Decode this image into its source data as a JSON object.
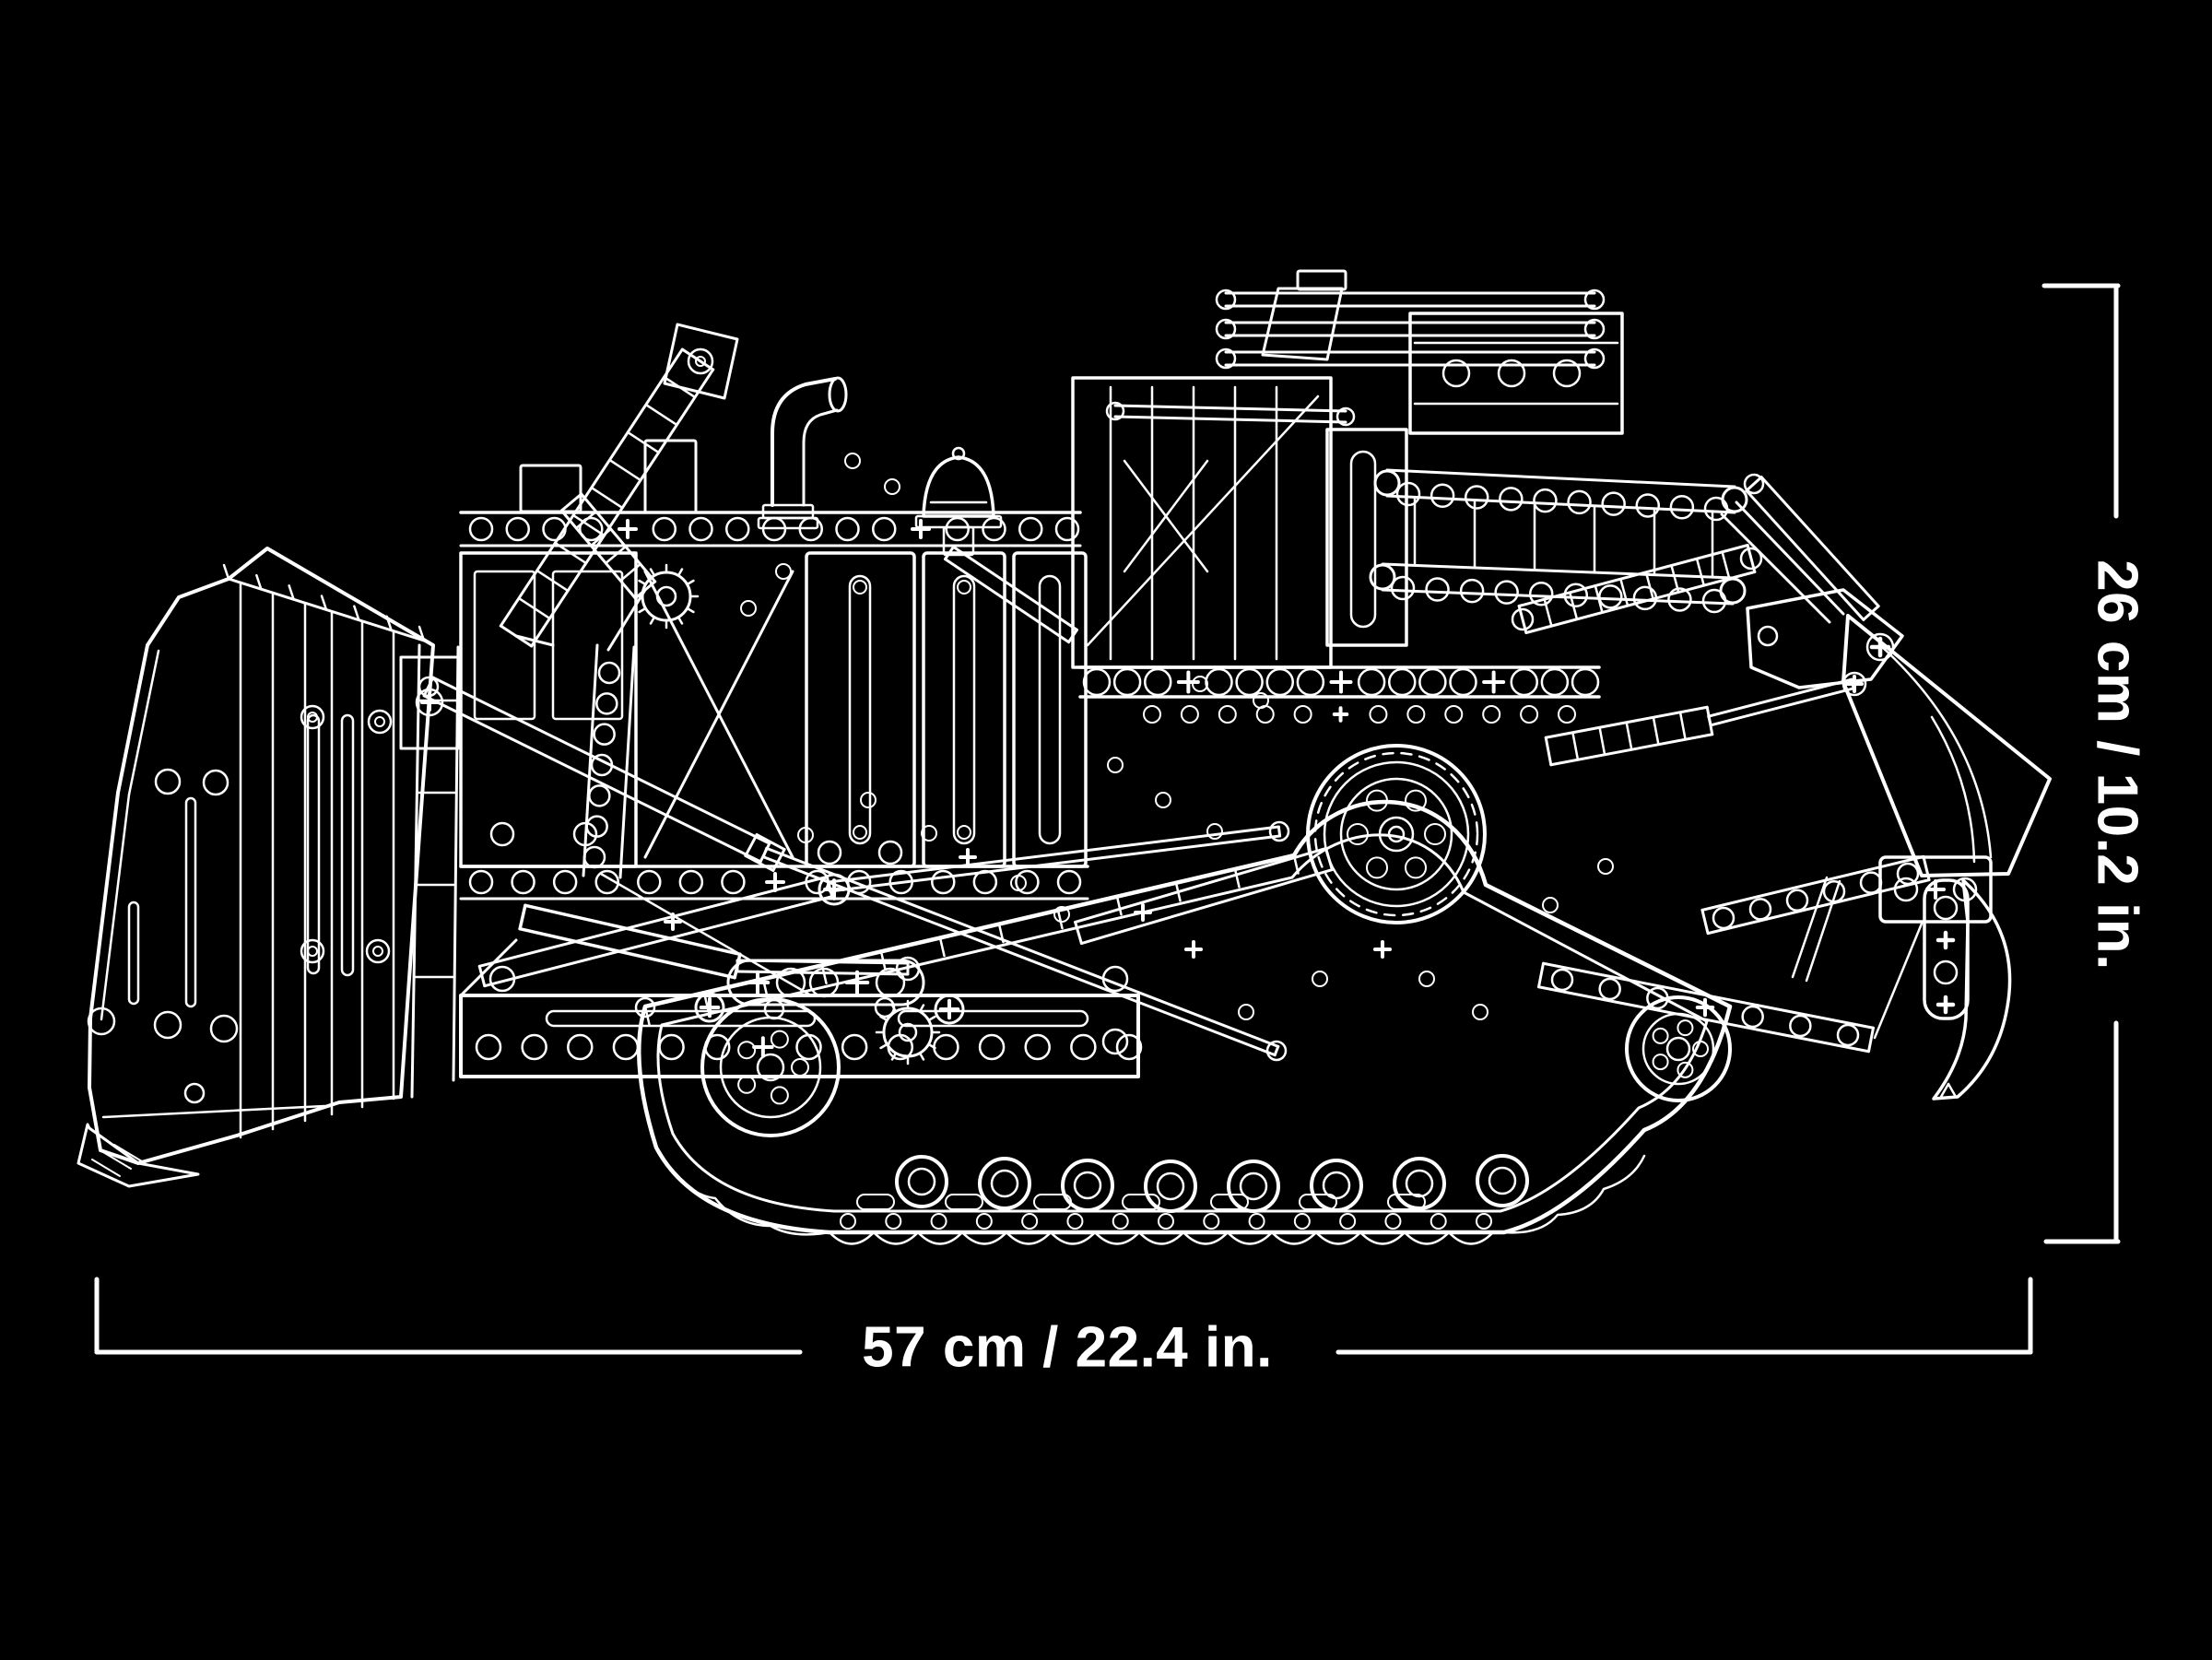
{
  "figure": {
    "illustration": "lego-technic-bulldozer-side-view-wireframe",
    "style": "white line art on black background",
    "dimensions": {
      "height_label": "26 cm / 10.2 in.",
      "width_label": "57 cm / 22.4 in."
    },
    "colors": {
      "background": "#000000",
      "line_art": "#ffffff",
      "text": "#ffffff"
    }
  }
}
